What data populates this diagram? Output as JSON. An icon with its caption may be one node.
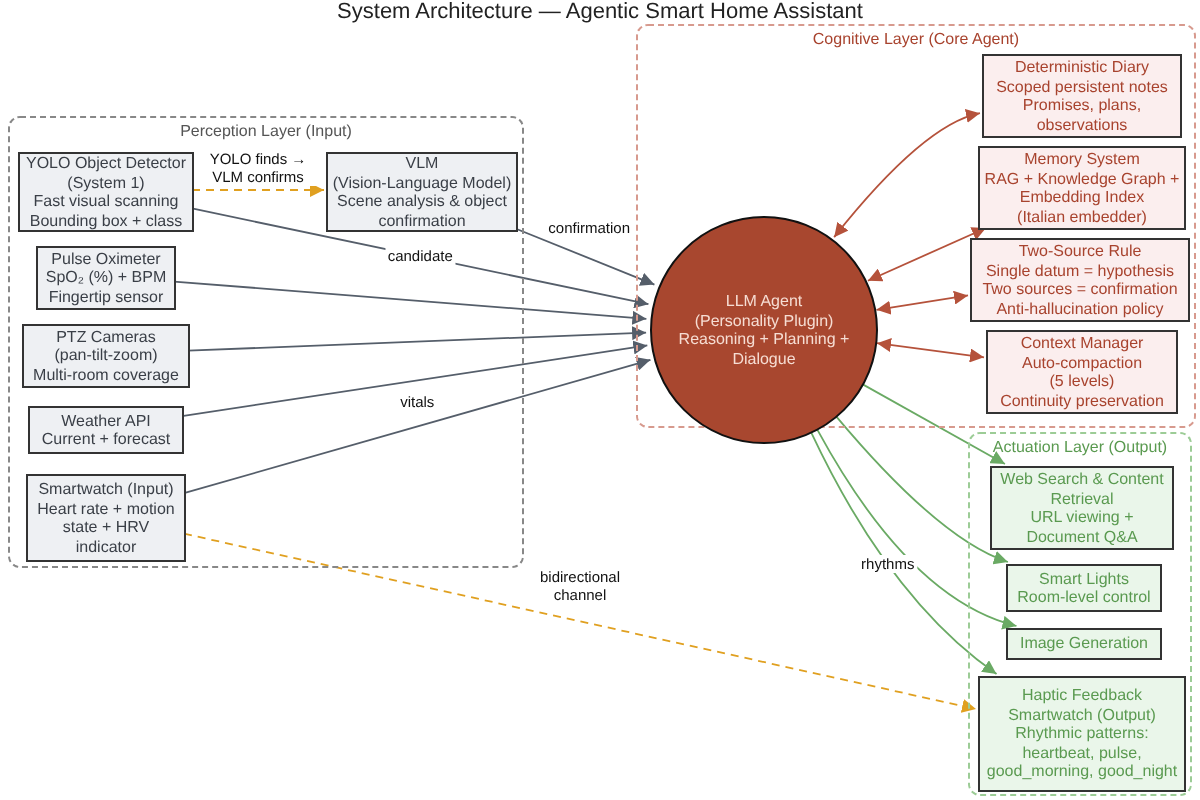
{
  "diagram": {
    "title": "System Architecture — Agentic Smart Home Assistant",
    "nodes": [
      {
        "text": [
          "Perception Layer (Input)"
        ]
      },
      {
        "text": [
          "YOLO Object Detector (System 1)",
          "Fast visual scanning",
          "Bounding box + class"
        ],
        "in": 0
      },
      {
        "text": [
          "VLM",
          "(Vision-Language Model)",
          "Scene analysis & object confirmation"
        ],
        "in": 0
      },
      {
        "text": [
          "Pulse Oximeter",
          "SpO₂ (%) + BPM",
          "Fingertip sensor"
        ],
        "in": 0
      },
      {
        "text": [
          "PTZ Cameras",
          "(pan-tilt-zoom)",
          "Multi-room coverage"
        ],
        "in": 0
      },
      {
        "text": [
          "Weather API",
          "Current + forecast"
        ],
        "in": 0
      },
      {
        "text": [
          "Smartwatch (Input)",
          "Heart rate + motion state + HRV indicator"
        ],
        "in": 0
      },
      {
        "text": [
          "Cognitive Layer (Core Agent)"
        ]
      },
      {
        "text": [
          "LLM Agent",
          "(Personality Plugin)",
          "Reasoning + Planning + Dialogue"
        ],
        "in": 7
      },
      {
        "text": [
          "Deterministic Diary",
          "Scoped persistent notes",
          "Promises, plans, observations"
        ],
        "in": 7
      },
      {
        "text": [
          "Memory System",
          "RAG + Knowledge Graph + Embedding Index",
          "(Italian embedder)"
        ],
        "in": 7
      },
      {
        "text": [
          "Two-Source Rule",
          "Single datum = hypothesis",
          "Two sources = confirmation",
          "Anti-hallucination policy"
        ],
        "in": 7
      },
      {
        "text": [
          "Context Manager",
          "Auto-compaction",
          "(5 levels)",
          "Continuity preservation"
        ],
        "in": 7
      },
      {
        "text": [
          "Actuation Layer (Output)"
        ]
      },
      {
        "text": [
          "Web Search & Content Retrieval",
          "URL viewing + Document Q&A"
        ],
        "in": 13
      },
      {
        "text": [
          "Smart Lights",
          "Room-level control"
        ],
        "in": 13
      },
      {
        "text": [
          "Image Generation"
        ],
        "in": 13
      },
      {
        "text": [
          "Haptic Feedback",
          "Smartwatch (Output)",
          "Rhythmic patterns: heartbeat, pulse, good_morning, good_night"
        ],
        "in": 13
      }
    ],
    "edges": [
      {
        "from": 1,
        "to": 2,
        "arrow": "to",
        "label": "YOLO finds → VLM confirms",
        "style": "dashed",
        "color": "#e0a020"
      },
      {
        "from": 2,
        "to": 8,
        "arrow": "to",
        "label": "confirmation"
      },
      {
        "from": 1,
        "to": 8,
        "arrow": "to",
        "label": "candidate"
      },
      {
        "from": 3,
        "to": 8,
        "arrow": "to"
      },
      {
        "from": 4,
        "to": 8,
        "arrow": "to"
      },
      {
        "from": 5,
        "to": 8,
        "arrow": "to"
      },
      {
        "from": 6,
        "to": 8,
        "arrow": "to",
        "label": "vitals"
      },
      {
        "from": 8,
        "to": 9,
        "arrow": "both",
        "color": "#b5523b"
      },
      {
        "from": 8,
        "to": 10,
        "arrow": "both",
        "color": "#b5523b"
      },
      {
        "from": 8,
        "to": 11,
        "arrow": "both",
        "color": "#b5523b"
      },
      {
        "from": 8,
        "to": 12,
        "arrow": "both",
        "color": "#b5523b"
      },
      {
        "from": 8,
        "to": 14,
        "arrow": "to",
        "color": "#6aaa64"
      },
      {
        "from": 8,
        "to": 15,
        "arrow": "to",
        "color": "#6aaa64"
      },
      {
        "from": 8,
        "to": 16,
        "arrow": "to",
        "color": "#6aaa64"
      },
      {
        "from": 8,
        "to": 17,
        "arrow": "to",
        "label": "rhythms",
        "color": "#6aaa64"
      },
      {
        "from": 6,
        "to": 17,
        "arrow": "to",
        "label": "bidirectional channel",
        "style": "dashed",
        "color": "#e0a020"
      }
    ]
  }
}
